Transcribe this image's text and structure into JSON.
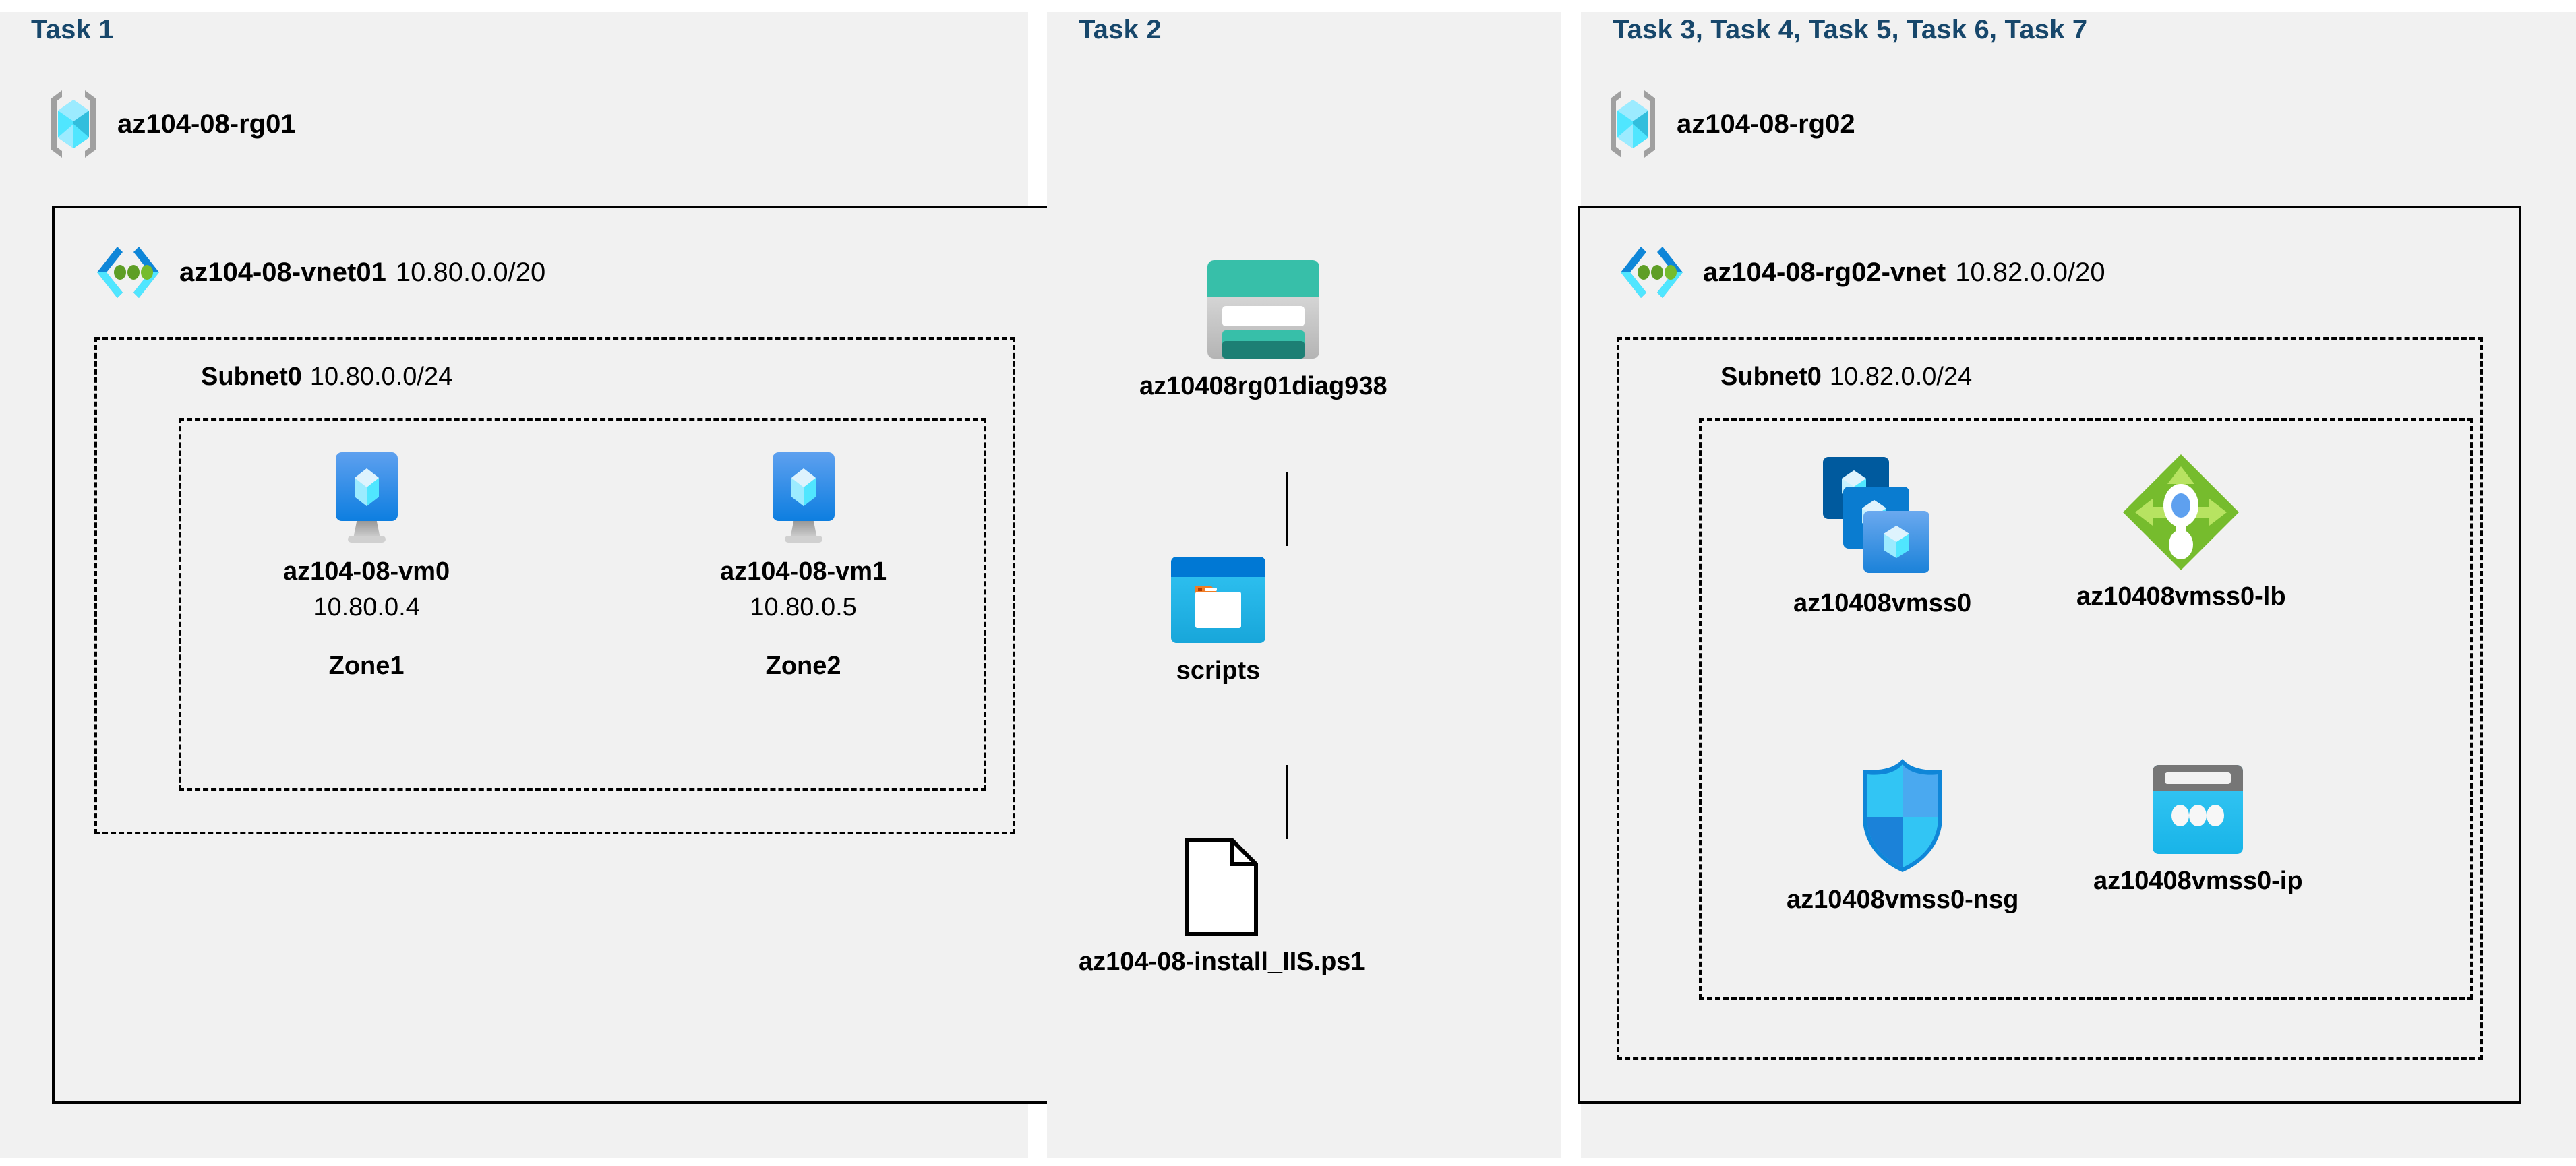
{
  "panels": [
    {
      "id": "task1",
      "title": "Task 1"
    },
    {
      "id": "task2",
      "title": "Task 2"
    },
    {
      "id": "task3",
      "title": "Task 3, Task 4, Task 5, Task 6, Task 7"
    }
  ],
  "colors": {
    "panel_background": "#f1f1f1",
    "page_background": "#ffffff",
    "task_title": "#17476b",
    "border": "#000000",
    "vm_blue": "#3b8eea",
    "vmss_dark_blue": "#005a9e",
    "lb_green": "#7ab629",
    "nsg_blue": "#32bdf2",
    "ip_cyan": "#32c5f4",
    "storage_teal": "#37bfa9",
    "container_blue": "#1ec0ea",
    "vnet_green_dot": "#5e9e25",
    "rg_cube_cyan": "#50e6ff"
  },
  "task1": {
    "resource_group": {
      "name": "az104-08-rg01",
      "icon": "resource-group-icon"
    },
    "vnet": {
      "name": "az104-08-vnet01",
      "cidr": "10.80.0.0/20",
      "icon": "virtual-network-icon"
    },
    "subnet": {
      "name": "Subnet0",
      "cidr": "10.80.0.0/24"
    },
    "vms": [
      {
        "name": "az104-08-vm0",
        "ip": "10.80.0.4",
        "zone": "Zone1",
        "icon": "virtual-machine-icon"
      },
      {
        "name": "az104-08-vm1",
        "ip": "10.80.0.5",
        "zone": "Zone2",
        "icon": "virtual-machine-icon"
      }
    ]
  },
  "task2": {
    "storage_account": {
      "name": "az10408rg01diag938",
      "icon": "storage-account-icon"
    },
    "container": {
      "name": "scripts",
      "icon": "blob-container-icon"
    },
    "file": {
      "name": "az104-08-install_IIS.ps1",
      "icon": "file-icon"
    }
  },
  "task3": {
    "resource_group": {
      "name": "az104-08-rg02",
      "icon": "resource-group-icon"
    },
    "vnet": {
      "name": "az104-08-rg02-vnet",
      "cidr": "10.82.0.0/20",
      "icon": "virtual-network-icon"
    },
    "subnet": {
      "name": "Subnet0",
      "cidr": "10.82.0.0/24"
    },
    "resources": [
      {
        "name": "az10408vmss0",
        "icon": "vm-scale-set-icon"
      },
      {
        "name": "az10408vmss0-lb",
        "icon": "load-balancer-icon"
      },
      {
        "name": "az10408vmss0-nsg",
        "icon": "network-security-group-icon"
      },
      {
        "name": "az10408vmss0-ip",
        "icon": "public-ip-address-icon"
      }
    ]
  }
}
